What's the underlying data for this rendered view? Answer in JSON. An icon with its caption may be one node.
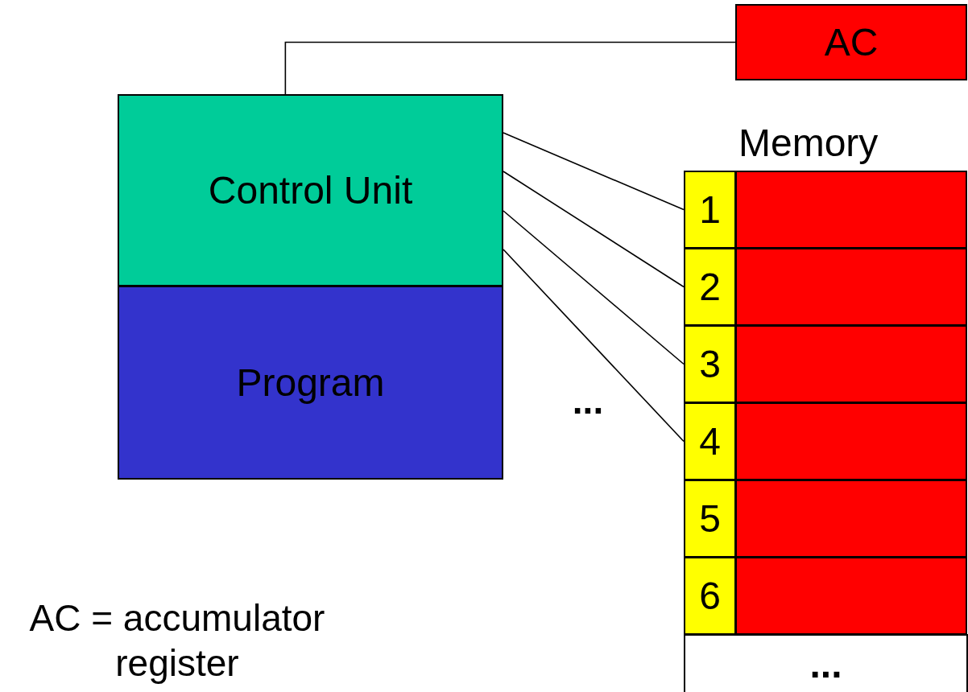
{
  "diagram": {
    "nodes": [
      {
        "text": [
          "AC"
        ]
      },
      {
        "text": [
          "Control Unit"
        ]
      },
      {
        "text": [
          "Program"
        ]
      },
      {
        "text": [
          "Memory"
        ]
      },
      {
        "text": [
          "1"
        ],
        "in": 3
      },
      {
        "text": [],
        "shape": "box",
        "in": 3
      },
      {
        "text": [
          "2"
        ],
        "in": 3
      },
      {
        "text": [],
        "shape": "box",
        "in": 3
      },
      {
        "text": [
          "3"
        ],
        "in": 3
      },
      {
        "text": [],
        "shape": "box",
        "in": 3
      },
      {
        "text": [
          "4"
        ],
        "in": 3
      },
      {
        "text": [],
        "shape": "box",
        "in": 3
      },
      {
        "text": [
          "5"
        ],
        "in": 3
      },
      {
        "text": [],
        "shape": "box",
        "in": 3
      },
      {
        "text": [
          "6"
        ],
        "in": 3
      },
      {
        "text": [],
        "shape": "box",
        "in": 3
      },
      {
        "text": [
          "..."
        ],
        "in": 3
      }
    ],
    "edges": [
      {
        "from": 1,
        "to": 0,
        "arrow": "none"
      },
      {
        "from": 1,
        "to": 4,
        "arrow": "none"
      },
      {
        "from": 1,
        "to": 6,
        "arrow": "none"
      },
      {
        "from": 1,
        "to": 8,
        "arrow": "none"
      },
      {
        "from": 1,
        "to": 10,
        "arrow": "none"
      }
    ],
    "labels": [
      "...",
      "AC = accumulator register"
    ]
  }
}
